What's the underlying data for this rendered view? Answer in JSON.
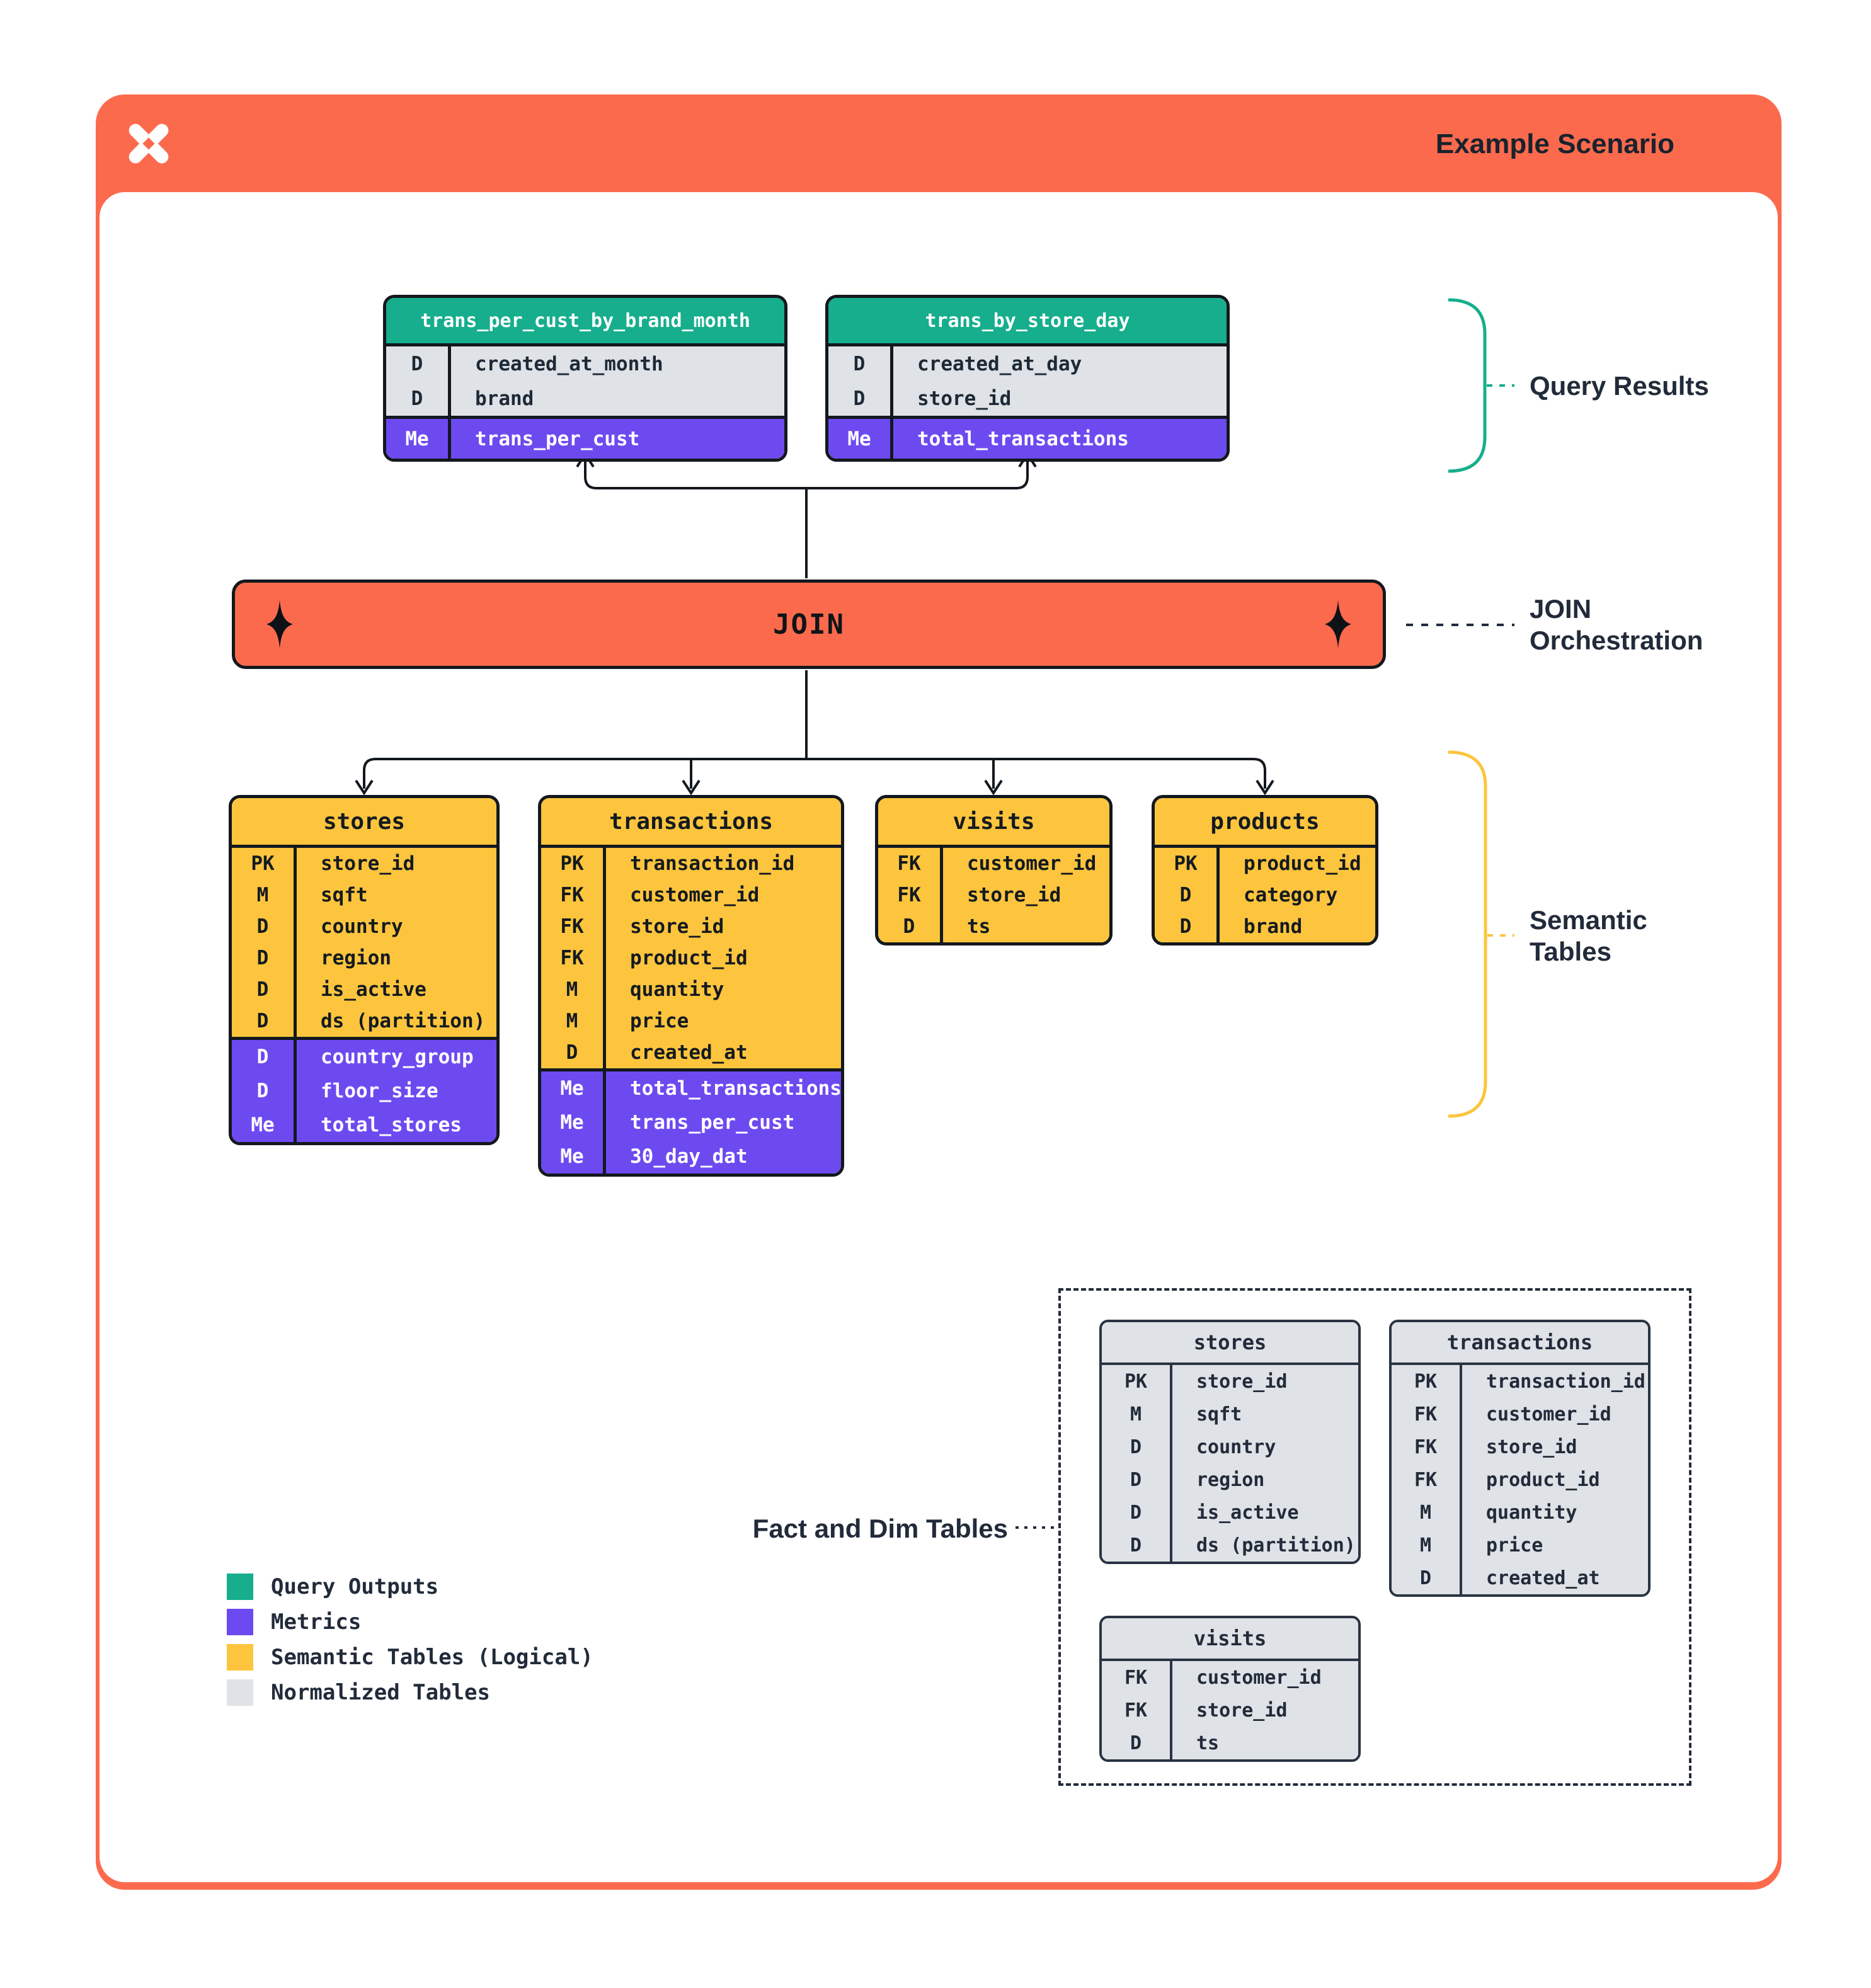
{
  "header": {
    "title": "Example Scenario"
  },
  "join": {
    "label": "JOIN"
  },
  "annotations": {
    "query_results": "Query Results",
    "join_orchestration": [
      "JOIN",
      "Orchestration"
    ],
    "semantic_tables": [
      "Semantic",
      "Tables"
    ],
    "fact_and_dim": "Fact and Dim Tables"
  },
  "query_tables": [
    {
      "name": "trans_per_cust_by_brand_month",
      "rows": [
        {
          "code": "D",
          "name": "created_at_month",
          "metric": false
        },
        {
          "code": "D",
          "name": "brand",
          "metric": false
        },
        {
          "code": "Me",
          "name": "trans_per_cust",
          "metric": true
        }
      ]
    },
    {
      "name": "trans_by_store_day",
      "rows": [
        {
          "code": "D",
          "name": "created_at_day",
          "metric": false
        },
        {
          "code": "D",
          "name": "store_id",
          "metric": false
        },
        {
          "code": "Me",
          "name": "total_transactions",
          "metric": true
        }
      ]
    }
  ],
  "semantic_tables": [
    {
      "name": "stores",
      "rows": [
        {
          "code": "PK",
          "name": "store_id",
          "metric": false
        },
        {
          "code": "M",
          "name": "sqft",
          "metric": false
        },
        {
          "code": "D",
          "name": "country",
          "metric": false
        },
        {
          "code": "D",
          "name": "region",
          "metric": false
        },
        {
          "code": "D",
          "name": "is_active",
          "metric": false
        },
        {
          "code": "D",
          "name": "ds (partition)",
          "metric": false
        },
        {
          "code": "D",
          "name": "country_group",
          "metric": true
        },
        {
          "code": "D",
          "name": "floor_size",
          "metric": true
        },
        {
          "code": "Me",
          "name": "total_stores",
          "metric": true
        }
      ]
    },
    {
      "name": "transactions",
      "rows": [
        {
          "code": "PK",
          "name": "transaction_id",
          "metric": false
        },
        {
          "code": "FK",
          "name": "customer_id",
          "metric": false
        },
        {
          "code": "FK",
          "name": "store_id",
          "metric": false
        },
        {
          "code": "FK",
          "name": "product_id",
          "metric": false
        },
        {
          "code": "M",
          "name": "quantity",
          "metric": false
        },
        {
          "code": "M",
          "name": "price",
          "metric": false
        },
        {
          "code": "D",
          "name": "created_at",
          "metric": false
        },
        {
          "code": "Me",
          "name": "total_transactions",
          "metric": true
        },
        {
          "code": "Me",
          "name": "trans_per_cust",
          "metric": true
        },
        {
          "code": "Me",
          "name": "30_day_dat",
          "metric": true
        }
      ]
    },
    {
      "name": "visits",
      "rows": [
        {
          "code": "FK",
          "name": "customer_id",
          "metric": false
        },
        {
          "code": "FK",
          "name": "store_id",
          "metric": false
        },
        {
          "code": "D",
          "name": "ts",
          "metric": false
        }
      ]
    },
    {
      "name": "products",
      "rows": [
        {
          "code": "PK",
          "name": "product_id",
          "metric": false
        },
        {
          "code": "D",
          "name": "category",
          "metric": false
        },
        {
          "code": "D",
          "name": "brand",
          "metric": false
        }
      ]
    }
  ],
  "normalized_tables": [
    {
      "name": "stores",
      "rows": [
        {
          "code": "PK",
          "name": "store_id",
          "metric": false
        },
        {
          "code": "M",
          "name": "sqft",
          "metric": false
        },
        {
          "code": "D",
          "name": "country",
          "metric": false
        },
        {
          "code": "D",
          "name": "region",
          "metric": false
        },
        {
          "code": "D",
          "name": "is_active",
          "metric": false
        },
        {
          "code": "D",
          "name": "ds (partition)",
          "metric": false
        }
      ]
    },
    {
      "name": "transactions",
      "rows": [
        {
          "code": "PK",
          "name": "transaction_id",
          "metric": false
        },
        {
          "code": "FK",
          "name": "customer_id",
          "metric": false
        },
        {
          "code": "FK",
          "name": "store_id",
          "metric": false
        },
        {
          "code": "FK",
          "name": "product_id",
          "metric": false
        },
        {
          "code": "M",
          "name": "quantity",
          "metric": false
        },
        {
          "code": "M",
          "name": "price",
          "metric": false
        },
        {
          "code": "D",
          "name": "created_at",
          "metric": false
        }
      ]
    },
    {
      "name": "visits",
      "rows": [
        {
          "code": "FK",
          "name": "customer_id",
          "metric": false
        },
        {
          "code": "FK",
          "name": "store_id",
          "metric": false
        },
        {
          "code": "D",
          "name": "ts",
          "metric": false
        }
      ]
    }
  ],
  "legend": [
    {
      "color": "#16AE8C",
      "label": "Query Outputs"
    },
    {
      "color": "#6D4AF0",
      "label": "Metrics"
    },
    {
      "color": "#FCC53D",
      "label": "Semantic Tables (Logical)"
    },
    {
      "color": "#DFE2E6",
      "label": "Normalized Tables"
    }
  ],
  "colors": {
    "accent_orange": "#FC6A4D",
    "query_green": "#16AE8C",
    "metric_purple": "#6D4AF0",
    "semantic_yellow": "#FCC53D",
    "normalized_gray": "#DFE2E6",
    "ink_navy": "#222B3A",
    "line_black": "#13181E"
  },
  "icons": {
    "brand_logo": "x-spark-logo",
    "join_left": "four-point-star",
    "join_right": "four-point-star"
  }
}
